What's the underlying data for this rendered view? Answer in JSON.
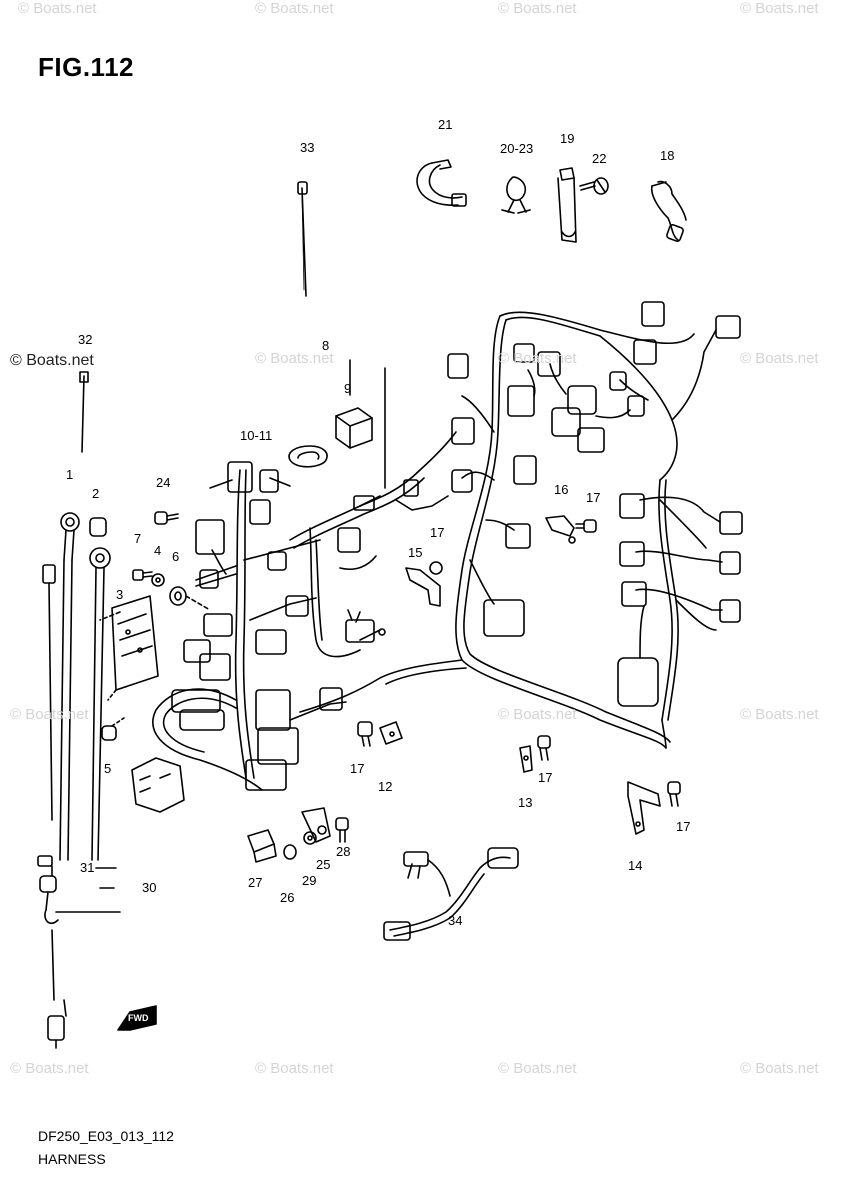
{
  "figure": {
    "title": "FIG.112",
    "code": "DF250_E03_013_112",
    "name": "HARNESS",
    "fwd_label": "FWD"
  },
  "watermark": {
    "text": "© Boats.net"
  },
  "callouts": {
    "c33": "33",
    "c21": "21",
    "c20_23": "20-23",
    "c19": "19",
    "c22": "22",
    "c18": "18",
    "c32": "32",
    "c8": "8",
    "c9": "9",
    "c10_11": "10-11",
    "c1": "1",
    "c2": "2",
    "c24": "24",
    "c7": "7",
    "c4": "4",
    "c6": "6",
    "c3": "3",
    "c5": "5",
    "c16": "16",
    "c17a": "17",
    "c17b": "17",
    "c15": "15",
    "c17c": "17",
    "c12": "12",
    "c17d": "17",
    "c13": "13",
    "c17e": "17",
    "c14": "14",
    "c27": "27",
    "c29": "29",
    "c25": "25",
    "c28": "28",
    "c26": "26",
    "c31": "31",
    "c30": "30",
    "c34": "34"
  },
  "colors": {
    "ink": "#000000",
    "watermark": "#d4d4d4",
    "background": "#ffffff"
  }
}
